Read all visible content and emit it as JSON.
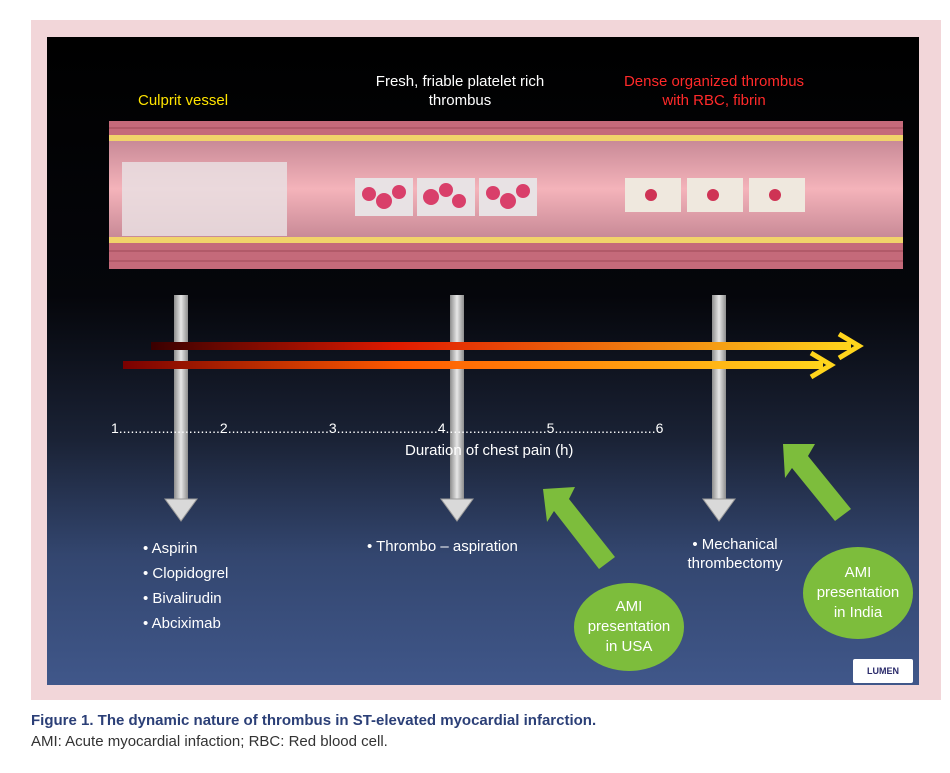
{
  "diagram": {
    "labels": {
      "culprit": "Culprit vessel",
      "fresh": "Fresh, friable platelet rich thrombus",
      "dense": "Dense organized thrombus with RBC, fibrin"
    },
    "axis": {
      "ticks": "1..........................2..........................3..........................4..........................5..........................6",
      "label": "Duration of chest pain (h)"
    },
    "interventions": {
      "drugs": [
        "• Aspirin",
        "• Clopidogrel",
        "• Bivalirudin",
        "• Abciximab"
      ],
      "thrombo": "• Thrombo – aspiration",
      "mechanical": "• Mechanical thrombectomy"
    },
    "presentations": {
      "usa": "AMI presentation in USA",
      "india": "AMI presentation in India"
    },
    "logo": "LUMEN",
    "colors": {
      "yellow": "#ffe400",
      "red": "#ff2a2a",
      "green": "#7dbd3c"
    }
  },
  "caption": {
    "title": "Figure 1. The dynamic nature of thrombus in ST-elevated myocardial infarction.",
    "abbrev": "AMI: Acute myocardial infaction; RBC: Red blood cell."
  }
}
